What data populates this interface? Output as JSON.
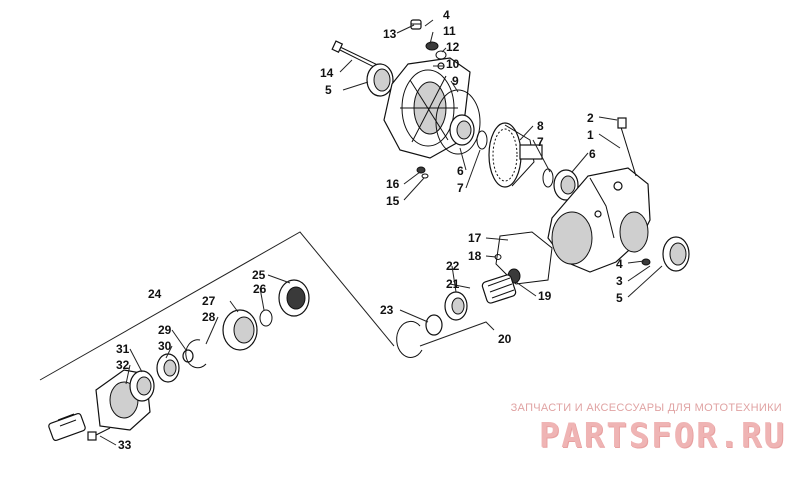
{
  "callouts": {
    "c1": "1",
    "c2": "2",
    "c3": "3",
    "c4a": "4",
    "c4b": "4",
    "c5a": "5",
    "c5b": "5",
    "c6a": "6",
    "c6b": "6",
    "c7a": "7",
    "c7b": "7",
    "c8": "8",
    "c9": "9",
    "c10": "10",
    "c11": "11",
    "c12": "12",
    "c13": "13",
    "c14": "14",
    "c15": "15",
    "c16": "16",
    "c17": "17",
    "c18": "18",
    "c19": "19",
    "c20": "20",
    "c21": "21",
    "c22": "22",
    "c23": "23",
    "c24": "24",
    "c25": "25",
    "c26": "26",
    "c27": "27",
    "c28": "28",
    "c29": "29",
    "c30": "30",
    "c31": "31",
    "c32": "32",
    "c33": "33"
  },
  "watermark": {
    "caption": "ЗАПЧАСТИ И АКСЕССУАРЫ ДЛЯ МОТОТЕХНИКИ",
    "logo": "PARTSFOR.RU"
  },
  "colors": {
    "watermark_text": "#e0a3a3",
    "watermark_logo": "#efb4b4"
  }
}
